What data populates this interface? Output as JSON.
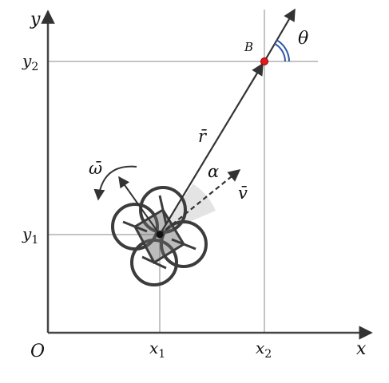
{
  "axes": {
    "x_label": "x",
    "y_label": "y",
    "origin_label": "O",
    "x1_label": "x",
    "x1_sub": "1",
    "x2_label": "x",
    "x2_sub": "2",
    "y1_label": "y",
    "y1_sub": "1",
    "y2_label": "y",
    "y2_sub": "2"
  },
  "vectors": {
    "r_label": "r̄",
    "v_label": "v̄",
    "omega_label": "ω̄"
  },
  "angles": {
    "alpha_label": "α",
    "theta_label": "θ"
  },
  "points": {
    "target_label": "B"
  },
  "colors": {
    "axis": "#444444",
    "guide": "#666666",
    "vector": "#333333",
    "target_point": "#e31a1c",
    "theta_arc": "#2b57a8",
    "alpha_sector": "#d9d9d9",
    "drone": "#3c3c3c"
  }
}
